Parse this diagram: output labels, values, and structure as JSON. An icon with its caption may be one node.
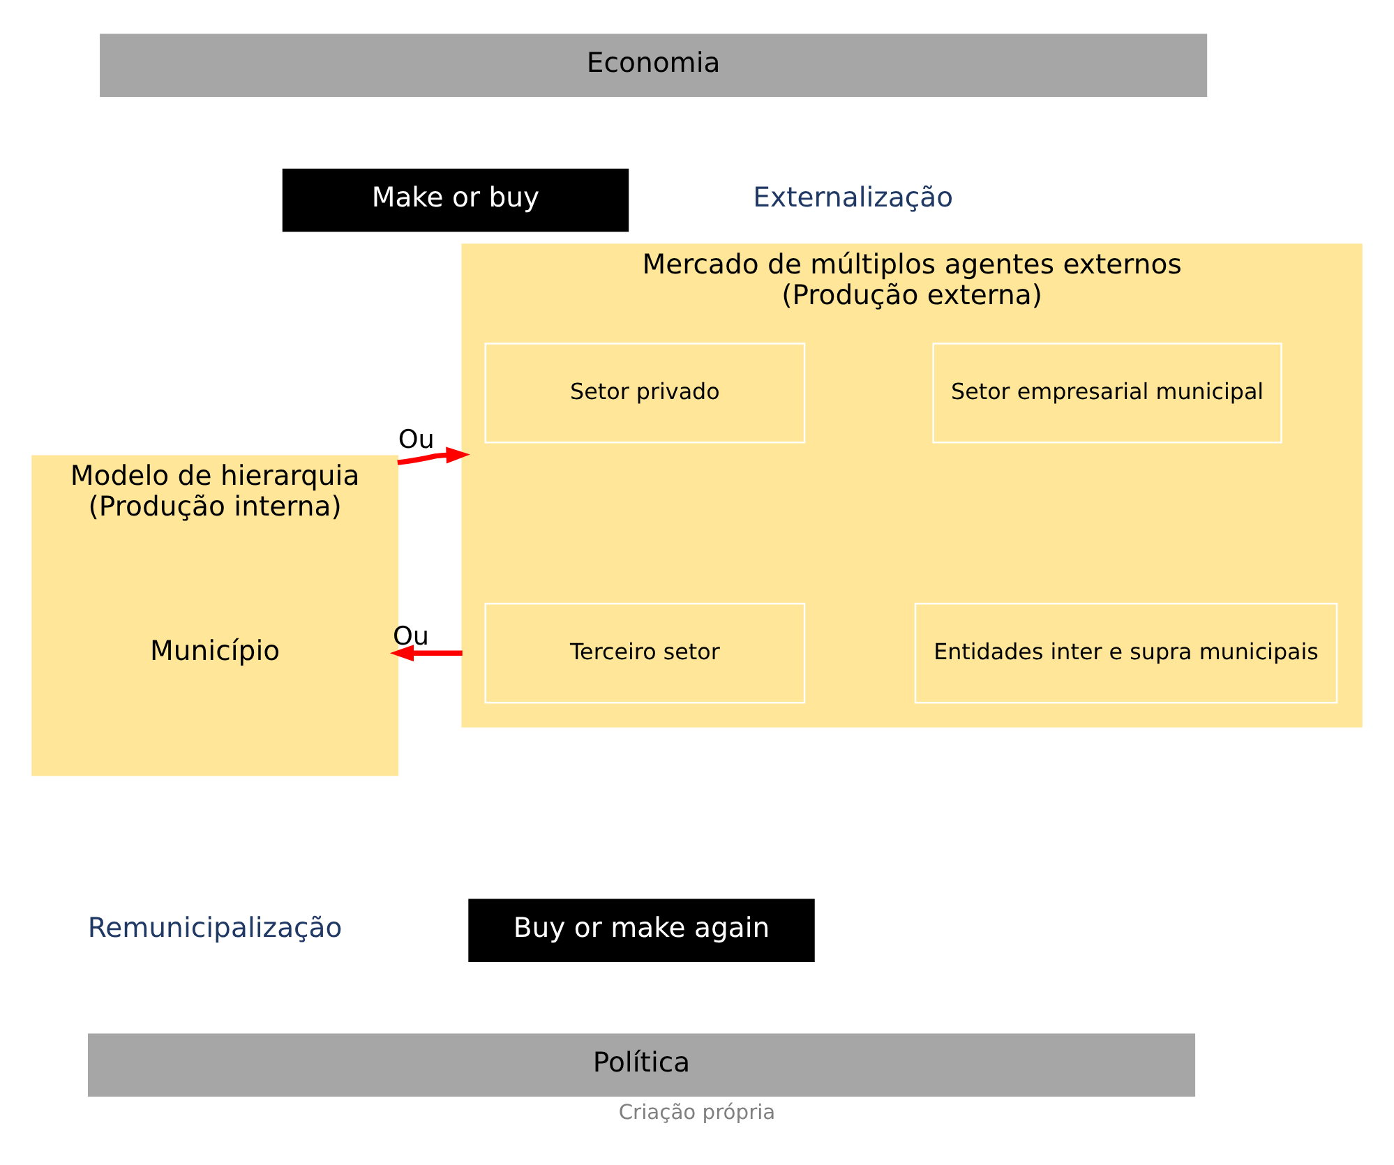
{
  "diagram": {
    "caption": "Criação própria",
    "nodes": [
      {
        "text": [
          "Economia"
        ]
      },
      {
        "text": [
          "Make or buy"
        ]
      },
      {
        "text": [
          "Modelo de hierarquia",
          "(Produção interna)"
        ]
      },
      {
        "text": [
          "Município"
        ],
        "in": 2
      },
      {
        "text": [
          "Mercado de múltiplos agentes externos",
          "(Produção externa)"
        ]
      },
      {
        "text": [
          "Setor privado"
        ],
        "in": 4
      },
      {
        "text": [
          "Setor empresarial municipal"
        ],
        "in": 4
      },
      {
        "text": [
          "Terceiro setor"
        ],
        "in": 4
      },
      {
        "text": [
          "Entidades inter e supra municipais"
        ],
        "in": 4
      },
      {
        "text": [
          "Buy or make again"
        ]
      },
      {
        "text": [
          "Política"
        ]
      }
    ],
    "edges": [
      {
        "from": 2,
        "to": 4,
        "arrow": "to",
        "label": "Ou"
      },
      {
        "from": 4,
        "to": 2,
        "arrow": "to",
        "label": "Ou"
      }
    ],
    "labels": [
      "Externalização",
      "Remunicipalização"
    ]
  }
}
